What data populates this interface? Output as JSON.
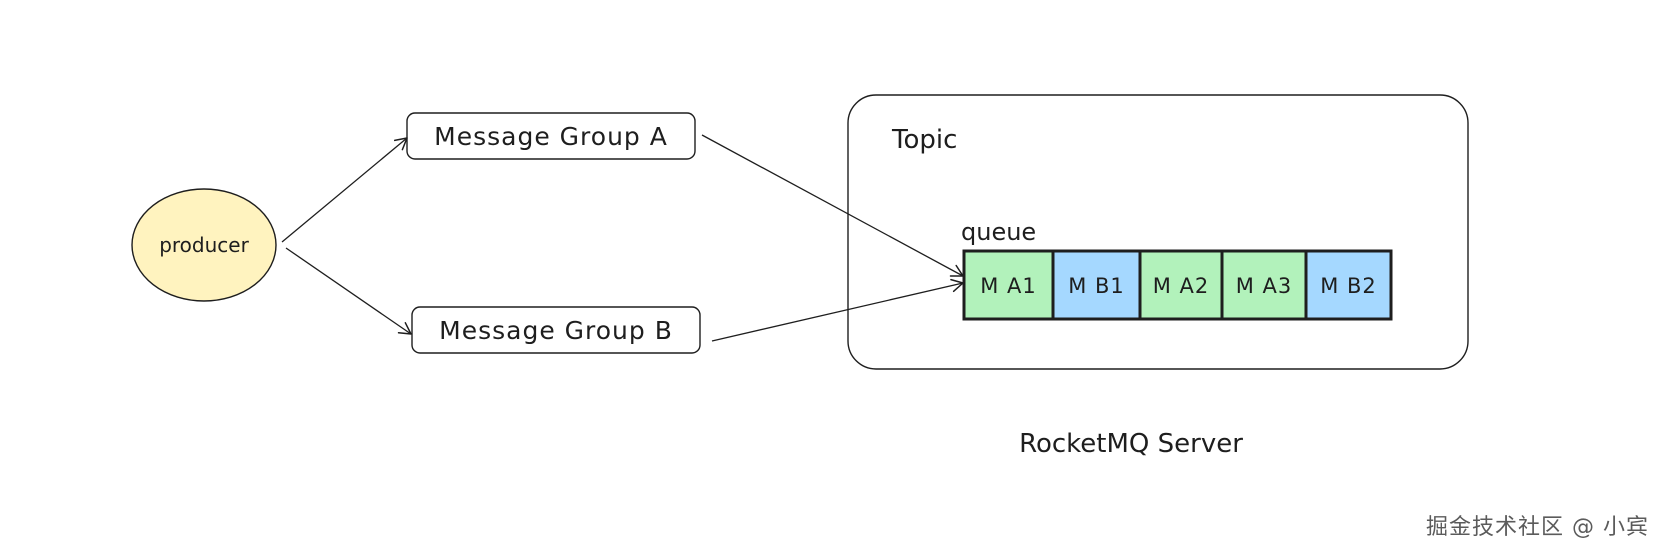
{
  "producer": {
    "label": "producer"
  },
  "message_groups": [
    {
      "label": "Message Group A"
    },
    {
      "label": "Message Group B"
    }
  ],
  "topic": {
    "label": "Topic"
  },
  "queue": {
    "label": "queue",
    "cells": [
      {
        "label": "M A1",
        "group": "A"
      },
      {
        "label": "M B1",
        "group": "B"
      },
      {
        "label": "M A2",
        "group": "A"
      },
      {
        "label": "M A3",
        "group": "A"
      },
      {
        "label": "M B2",
        "group": "B"
      }
    ]
  },
  "server": {
    "label": "RocketMQ Server"
  },
  "watermark": "掘金技术社区 @ 小宾",
  "colors": {
    "group_a": "#b2f2bb",
    "group_b": "#a5d8ff",
    "producer_fill": "#fff3bf",
    "stroke": "#1e1e1e"
  }
}
